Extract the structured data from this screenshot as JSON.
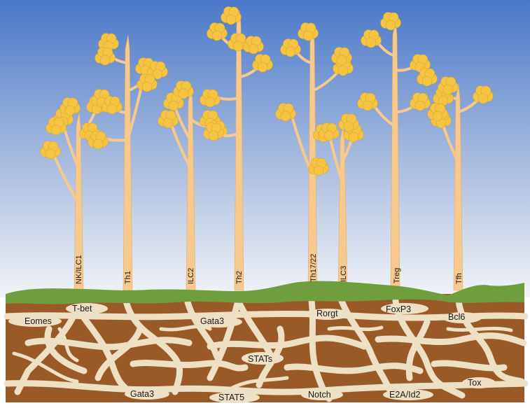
{
  "colors": {
    "sky_top": "#4a78c8",
    "sky_bottom": "#f2f4f8",
    "grass": "#6f9e3c",
    "soil": "#9a5a28",
    "root": "#ede0c4",
    "trunk": "#f7c98c",
    "foliage": "#f6c443"
  },
  "trees": [
    {
      "id": "nkilc1",
      "label": "NK/ILC1"
    },
    {
      "id": "th1",
      "label": "Th1"
    },
    {
      "id": "ilc2",
      "label": "ILC2"
    },
    {
      "id": "th2",
      "label": "Th2"
    },
    {
      "id": "th1722",
      "label": "Th17/22"
    },
    {
      "id": "ilc3",
      "label": "ILC3"
    },
    {
      "id": "treg",
      "label": "Treg"
    },
    {
      "id": "tfh",
      "label": "Tfh"
    }
  ],
  "root_factors": [
    {
      "id": "eomes",
      "label": "Eomes"
    },
    {
      "id": "tbet",
      "label": "T-bet"
    },
    {
      "id": "gata3-top",
      "label": "Gata3"
    },
    {
      "id": "rorgt",
      "label": "Rorgt"
    },
    {
      "id": "foxp3",
      "label": "FoxP3"
    },
    {
      "id": "bcl6",
      "label": "Bcl6"
    },
    {
      "id": "stats",
      "label": "STATs"
    },
    {
      "id": "gata3-bottom",
      "label": "Gata3"
    },
    {
      "id": "stat5",
      "label": "STAT5"
    },
    {
      "id": "notch",
      "label": "Notch"
    },
    {
      "id": "e2aid2",
      "label": "E2A/Id2"
    },
    {
      "id": "tox",
      "label": "Tox"
    }
  ]
}
